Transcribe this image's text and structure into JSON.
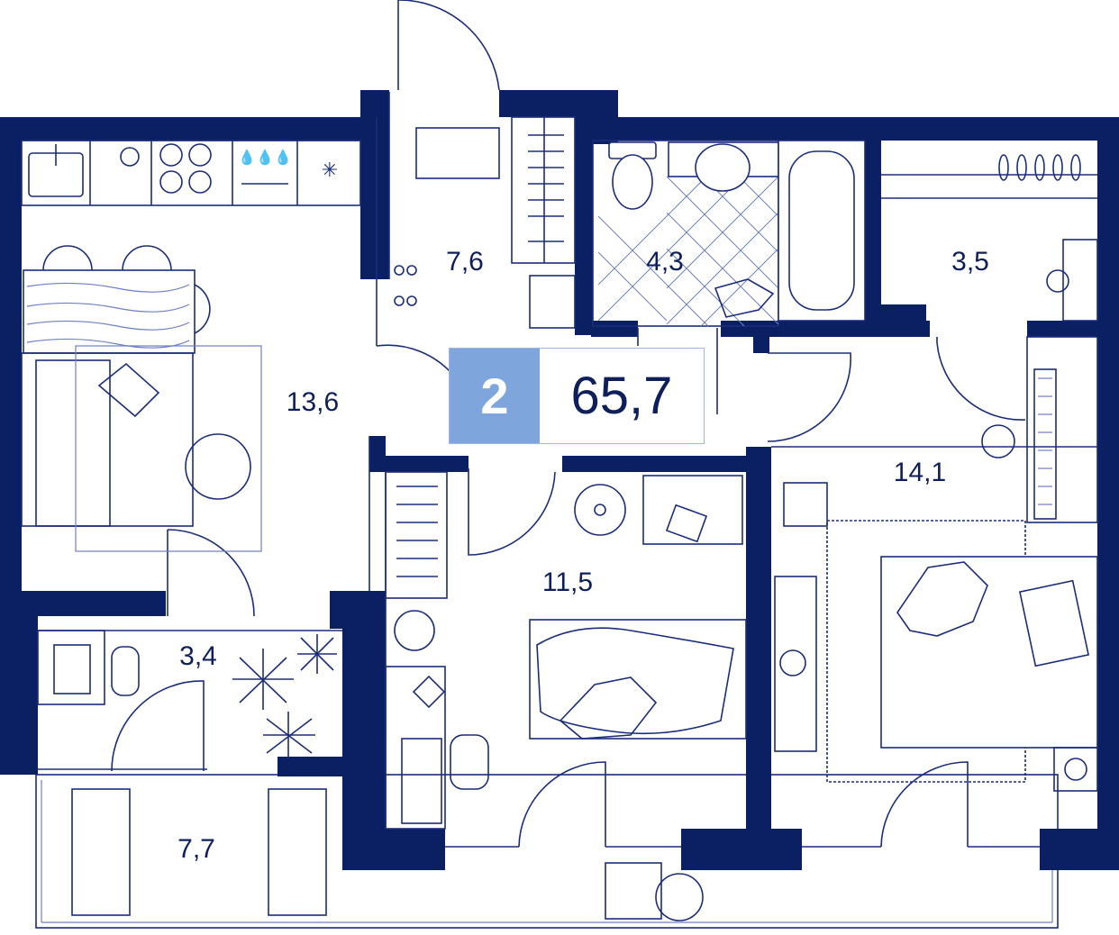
{
  "apartment": {
    "rooms": "2",
    "total_area": "65,7"
  },
  "rooms": {
    "hallway": "7,6",
    "bathroom": "4,3",
    "wardrobe": "3,5",
    "kitchen_living": "13,6",
    "bedroom_master": "14,1",
    "bedroom_child": "11,5",
    "study_nook": "3,4",
    "balcony": "7,7"
  },
  "colors": {
    "wall": "#0b1f63",
    "badge_rooms_bg": "#7ea6dc",
    "text": "#0f1f5c"
  }
}
